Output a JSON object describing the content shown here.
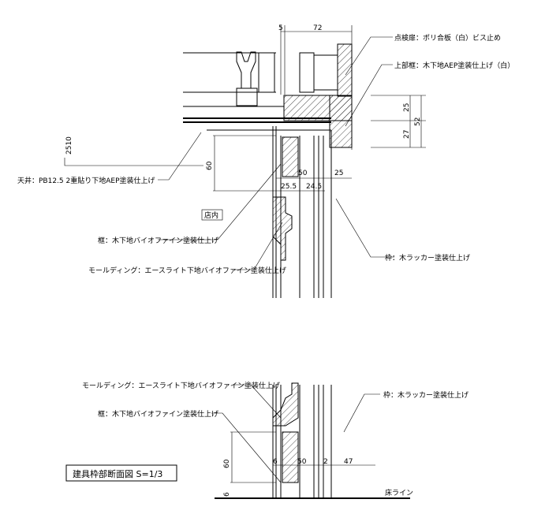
{
  "title": "建具枠部断面図 S=1/3",
  "labels": {
    "inspection_door": "点検扉：ポリ合板（白）ビス止め",
    "upper_frame": "上部框：木下地AEP塗装仕上げ（白）",
    "ceiling": "天井：PB12.5 2重貼り下地AEP塗装仕上げ",
    "store_interior": "店内",
    "frame_upper": "框：木下地バイオファイン塗装仕上げ",
    "molding_upper": "モールディング：エースライト下地バイオファイン塗装仕上げ",
    "casing_upper": "枠：木ラッカー塗装仕上げ",
    "molding_lower": "モールディング：エースライト下地バイオファイン塗装仕上げ",
    "frame_lower": "框：木下地バイオファイン塗装仕上げ",
    "casing_lower": "枠：木ラッカー塗装仕上げ",
    "floor_line": "床ライン"
  },
  "dimensions": {
    "top_5": "5",
    "top_72": "72",
    "ceiling_height": "2510",
    "right_25": "25",
    "right_27": "27",
    "right_52": "52",
    "left_60": "60",
    "mid_50": "50",
    "mid_25": "25",
    "mid_25_5": "25.5",
    "mid_24_5": "24.5",
    "low_60": "60",
    "low_6_top": "6",
    "low_50": "50",
    "low_2": "2",
    "low_47": "47",
    "low_6_bottom": "6"
  }
}
